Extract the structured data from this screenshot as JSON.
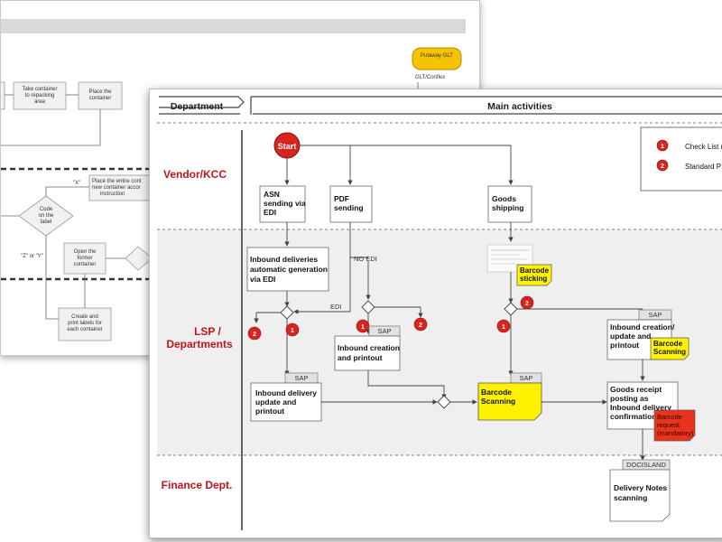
{
  "back_sheet": {
    "putaway_label": "Putaway GLT",
    "glt_label": "GLT/Conflex",
    "take_container": [
      "Take container",
      "to repacking",
      "area"
    ],
    "place_container": [
      "Place the",
      "container"
    ],
    "x_label": "\"X\"",
    "place_entire": [
      "Place the entire cont",
      "new container accor",
      "instruction"
    ],
    "code_label": [
      "Code",
      "on the",
      "label"
    ],
    "z_or_y": "\"Z\" or \"Y\"",
    "open_former": [
      "Open the",
      "former",
      "container"
    ],
    "create_print": [
      "Create and",
      "print labels for",
      "each container"
    ]
  },
  "front_sheet": {
    "header_department": "Department",
    "header_main": "Main activities",
    "lanes": {
      "vendor": "Vendor/KCC",
      "lsp": [
        "LSP /",
        "Departments"
      ],
      "finance": "Finance Dept."
    },
    "start": "Start",
    "legend": {
      "item1_num": "1",
      "item1_label": "Check List (",
      "item2_num": "2",
      "item2_label": "Standard P"
    },
    "boxes": {
      "asn": [
        "ASN",
        "sending via",
        "EDI"
      ],
      "pdf": [
        "PDF",
        "sending"
      ],
      "goods_shipping": [
        "Goods",
        "shipping"
      ],
      "inbound_auto": [
        "Inbound deliveries",
        "automatic generation",
        "via EDI"
      ],
      "inbound_creation": [
        "Inbound creation",
        "and printout"
      ],
      "inbound_delivery_update": [
        "Inbound delivery",
        "update and",
        "printout"
      ],
      "barcode_sticking": [
        "Barcode",
        "sticking"
      ],
      "barcode_scanning_main": [
        "Barcode",
        "Scanning"
      ],
      "inbound_creation_update": [
        "Inbound creation/",
        "update and",
        "printout"
      ],
      "barcode_scanning_small": [
        "Barcode",
        "Scanning"
      ],
      "goods_receipt": [
        "Goods receipt",
        "posting as",
        "Inbound delivery",
        "confirmation"
      ],
      "barcode_request": [
        "Barcode",
        "request",
        "(mandatory)"
      ],
      "delivery_notes": [
        "Delivery Notes",
        "scanning"
      ]
    },
    "tabs": {
      "sap": "SAP",
      "docisland": "DOCISLAND"
    },
    "labels": {
      "no_edi": "NO EDI",
      "edi": "EDI"
    },
    "markers": [
      "1",
      "2"
    ]
  },
  "colors": {
    "lane_red": "#c0141b",
    "marker_red": "#d9231f",
    "yellow_note": "#fff200",
    "putaway_orange": "#f5c400",
    "request_red": "#e8341c",
    "lane_gray": "#efefef"
  }
}
